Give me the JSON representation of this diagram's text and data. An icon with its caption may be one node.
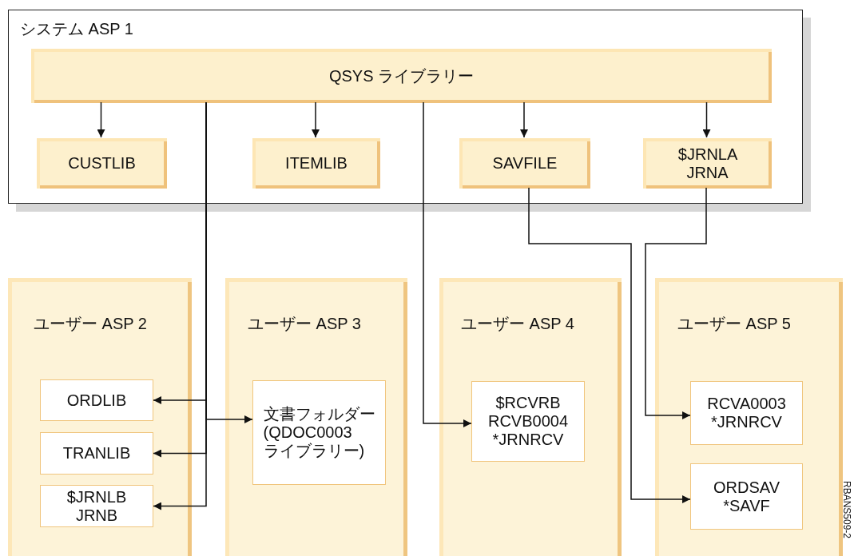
{
  "diagram": {
    "nodes": [
      {
        "text": [
          "システム ASP 1"
        ]
      },
      {
        "text": [
          "QSYS ライブラリー"
        ],
        "in": 0
      },
      {
        "text": [
          "CUSTLIB"
        ],
        "in": 0
      },
      {
        "text": [
          "ITEMLIB"
        ],
        "in": 0
      },
      {
        "text": [
          "SAVFILE"
        ],
        "in": 0
      },
      {
        "text": [
          "$JRNLA JRNA"
        ],
        "in": 0
      },
      {
        "text": [
          "ユーザー ASP 2"
        ]
      },
      {
        "text": [
          "ORDLIB"
        ],
        "in": 6
      },
      {
        "text": [
          "TRANLIB"
        ],
        "in": 6
      },
      {
        "text": [
          "$JRNLB JRNB"
        ],
        "in": 6
      },
      {
        "text": [
          "ユーザー ASP 3"
        ]
      },
      {
        "text": [
          "文書フォルダー(QDOC0003ライブラリー)"
        ],
        "in": 10
      },
      {
        "text": [
          "ユーザー ASP 4"
        ]
      },
      {
        "text": [
          "$RCVRB RCVB0004 *JRNRCV"
        ],
        "in": 12
      },
      {
        "text": [
          "ユーザー ASP 5"
        ]
      },
      {
        "text": [
          "RCVA0003 *JRNRCV"
        ],
        "in": 14
      },
      {
        "text": [
          "ORDSAV *SAVF"
        ],
        "in": 14
      }
    ],
    "edges": [
      {
        "from": 1,
        "to": 2,
        "arrow": "to"
      },
      {
        "from": 1,
        "to": 3,
        "arrow": "to"
      },
      {
        "from": 1,
        "to": 4,
        "arrow": "to"
      },
      {
        "from": 1,
        "to": 5,
        "arrow": "to"
      },
      {
        "from": 1,
        "to": 7,
        "arrow": "to"
      },
      {
        "from": 1,
        "to": 8,
        "arrow": "to"
      },
      {
        "from": 1,
        "to": 9,
        "arrow": "to"
      },
      {
        "from": 1,
        "to": 11,
        "arrow": "to"
      },
      {
        "from": 1,
        "to": 13,
        "arrow": "to"
      },
      {
        "from": 4,
        "to": 16,
        "arrow": "to"
      },
      {
        "from": 5,
        "to": 15,
        "arrow": "to"
      }
    ],
    "labels": [
      "RBANS509-2"
    ]
  }
}
